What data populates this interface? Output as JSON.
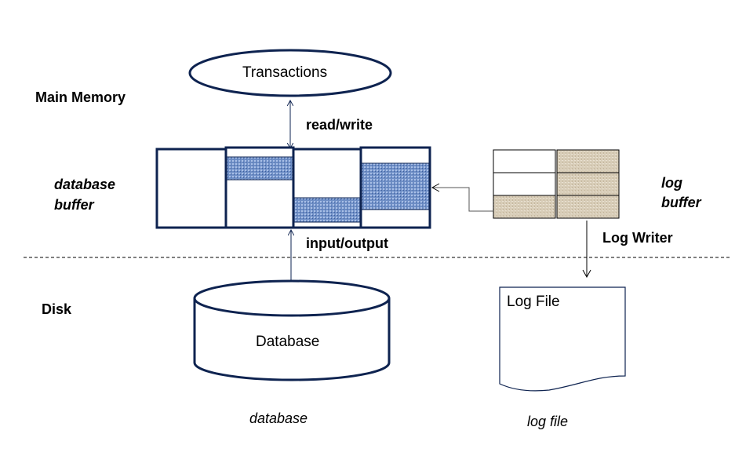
{
  "diagram": {
    "labels": {
      "main_memory": "Main Memory",
      "disk": "Disk",
      "database_buffer_line1": "database",
      "database_buffer_line2": "buffer",
      "log_buffer_line1": "log",
      "log_buffer_line2": "buffer",
      "read_write": "read/write",
      "input_output": "input/output",
      "log_writer": "Log Writer",
      "database_caption": "database",
      "log_file_caption": "log file"
    },
    "shapes": {
      "transactions": "Transactions",
      "database": "Database",
      "log_file": "Log File"
    },
    "colors": {
      "outline": "#0e2350",
      "dirty_page": "#6f8fc6",
      "log_record": "#d8cdb8"
    }
  }
}
